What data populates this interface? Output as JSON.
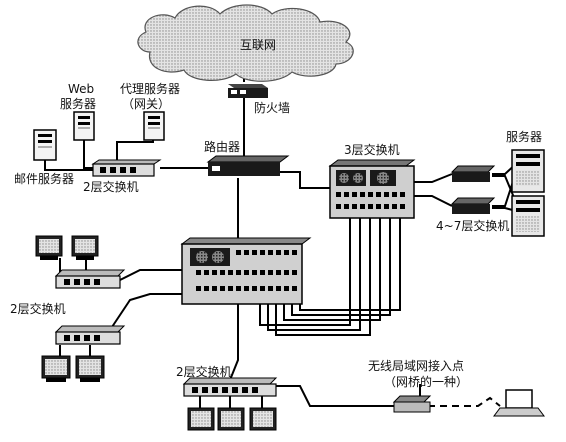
{
  "labels": {
    "internet": "互联网",
    "firewall": "防火墙",
    "web_line1": "Web",
    "web_line2": "服务器",
    "proxy_line1": "代理服务器",
    "proxy_line2": "（网关）",
    "mail_server": "邮件服务器",
    "switch_l2_top": "2层交换机",
    "router": "路由器",
    "switch_l3": "3层交换机",
    "servers": "服务器",
    "switch_l47": "4~7层交换机",
    "switch_l2_left": "2层交换机",
    "switch_l2_bottom": "2层交换机",
    "ap_line1": "无线局域网接入点",
    "ap_line2": "（网桥的一种）"
  },
  "colors": {
    "device_dark": "#1a1a1a",
    "device_gray": "#9a9a9a",
    "cloud_fill": "#d9d9d9",
    "line": "#000000"
  },
  "icons": [
    "cloud-icon",
    "firewall-icon",
    "router-icon",
    "switch-icon",
    "server-tower-icon",
    "monitor-icon",
    "laptop-icon",
    "access-point-icon"
  ]
}
